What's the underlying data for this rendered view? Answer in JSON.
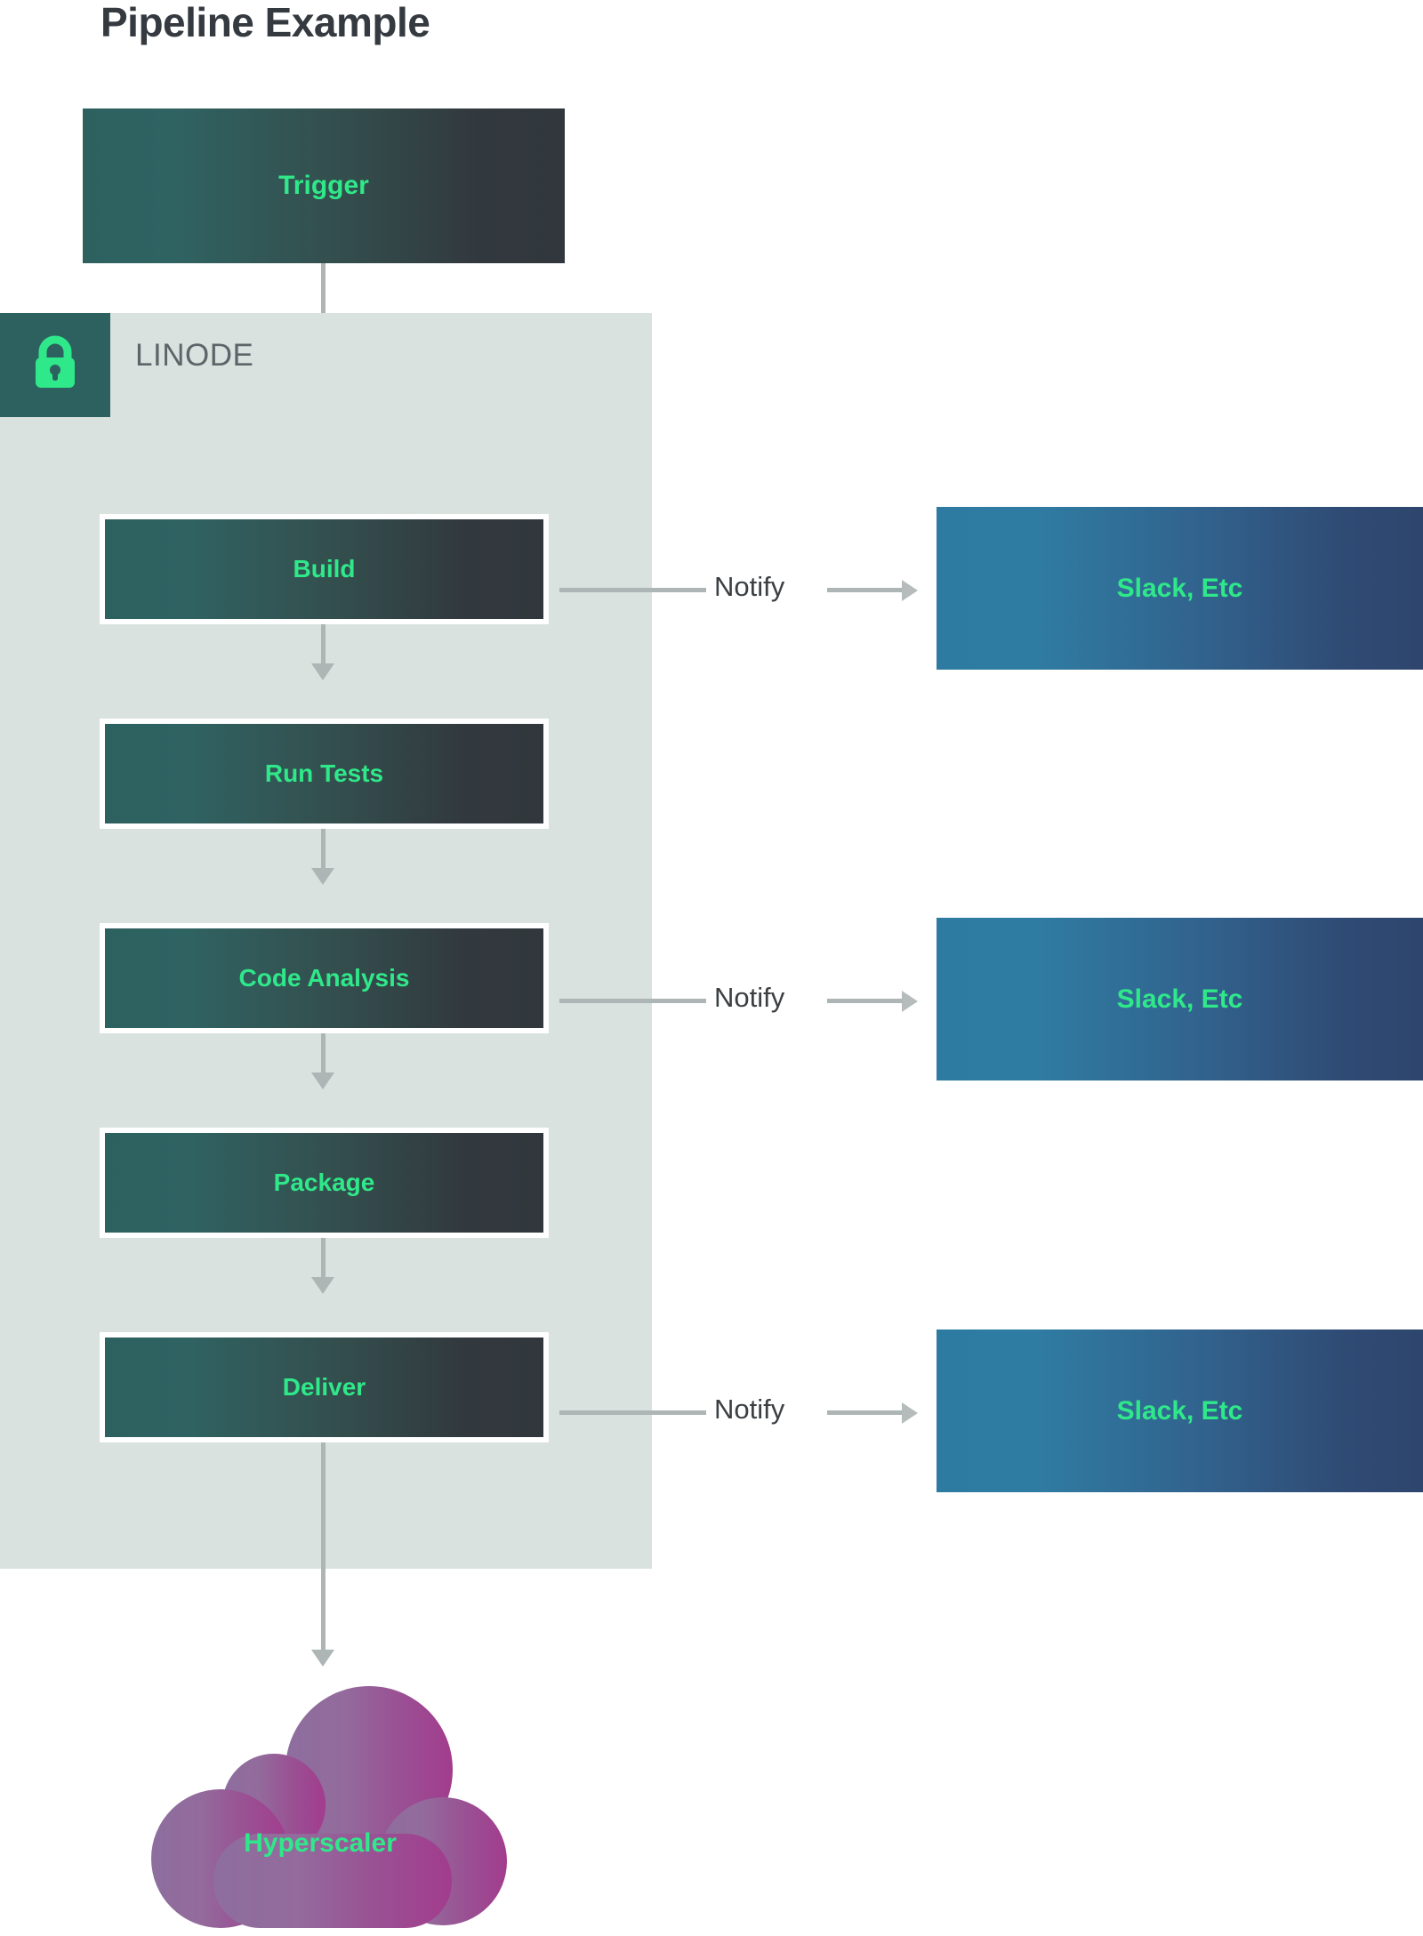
{
  "title": "Pipeline Example",
  "zone": {
    "label": "LINODE",
    "icon": "lock-icon",
    "badge_color": "#2d6160",
    "background_color": "#d9e2df",
    "lock_color": "#2fe889"
  },
  "colors": {
    "accent_green": "#2fe889",
    "stage_gradient_start": "#2d6160",
    "stage_gradient_end": "#31373c",
    "notify_gradient_start": "#2d7ba1",
    "notify_gradient_end": "#2e466e",
    "cloud_gradient_start": "#8f6a9c",
    "cloud_gradient_end": "#9e3f8e",
    "connector_gray": "#adb5b5",
    "title_color": "#343a40"
  },
  "trigger": {
    "label": "Trigger"
  },
  "stages": [
    {
      "label": "Build"
    },
    {
      "label": "Run Tests"
    },
    {
      "label": "Code Analysis"
    },
    {
      "label": "Package"
    },
    {
      "label": "Deliver"
    }
  ],
  "notifications": [
    {
      "edge_label": "Notify",
      "target_label": "Slack, Etc"
    },
    {
      "edge_label": "Notify",
      "target_label": "Slack, Etc"
    },
    {
      "edge_label": "Notify",
      "target_label": "Slack, Etc"
    }
  ],
  "cloud": {
    "label": "Hyperscaler"
  }
}
